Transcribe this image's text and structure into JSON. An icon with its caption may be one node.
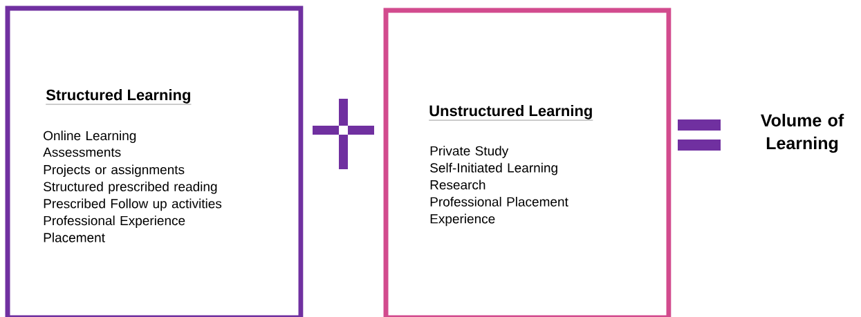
{
  "diagram": {
    "nodes": [
      {
        "text": [
          "Structured Learning",
          "Online Learning",
          "Assessments",
          "Projects or assignments",
          "Structured prescribed reading",
          "Prescribed Follow up activities",
          "Professional Experience Placement"
        ]
      },
      {
        "text": [
          "Unstructured Learning",
          "Private Study",
          "Self-Initiated Learning",
          "Research",
          "Professional Placement Experience"
        ]
      },
      {
        "text": [
          "Volume of Learning"
        ]
      }
    ]
  }
}
